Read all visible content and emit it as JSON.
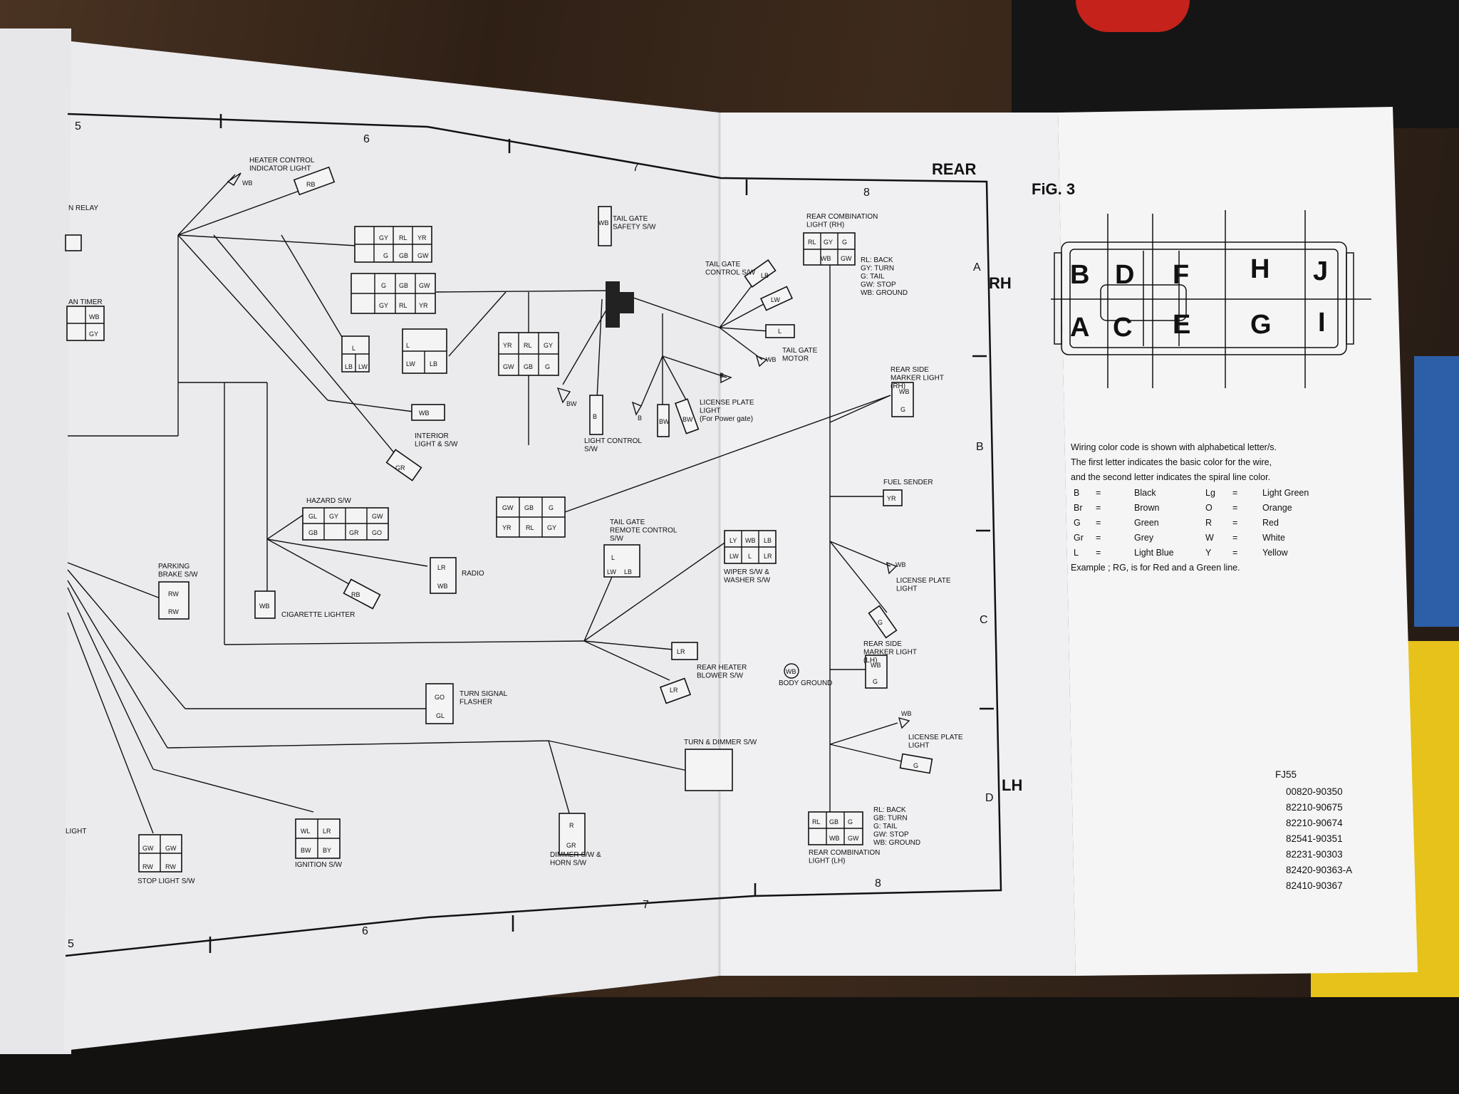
{
  "page": {
    "title": "REAR",
    "figure": "FiG. 3",
    "side_rh": "RH",
    "side_lh": "LH"
  },
  "grid": {
    "top_numbers": [
      "5",
      "6",
      "7",
      "8"
    ],
    "bottom_numbers": [
      "5",
      "6",
      "7",
      "8"
    ],
    "side_letters": [
      "A",
      "B",
      "C",
      "D"
    ]
  },
  "components": {
    "heater_control": "HEATER CONTROL\nINDICATOR LIGHT",
    "relay": "N RELAY",
    "timer": "AN TIMER",
    "interior_light": "INTERIOR\nLIGHT & S/W",
    "hazard": "HAZARD S/W",
    "parking_brake": "PARKING\nBRAKE S/W",
    "cigarette_lighter": "CIGARETTE LIGHTER",
    "radio": "RADIO",
    "turn_signal_flasher": "TURN SIGNAL\nFLASHER",
    "stop_light": "STOP LIGHT S/W",
    "ignition": "IGNITION S/W",
    "dimmer": "DIMMER S/W &\nHORN S/W",
    "tail_gate_safety": "TAIL GATE\nSAFETY S/W",
    "tail_gate_control": "TAIL GATE\nCONTROL S/W",
    "tail_gate_motor": "TAIL GATE\nMOTOR",
    "license_plate_light_upper": "LICENSE PLATE\nLIGHT\n(For Power gate)",
    "light_control": "LIGHT CONTROL\nS/W",
    "tail_gate_remote": "TAIL GATE\nREMOTE CONTROL\nS/W",
    "wiper": "WIPER S/W &\nWASHER S/W",
    "rear_heater": "REAR HEATER\nBLOWER S/W",
    "turn_dimmer": "TURN & DIMMER S/W",
    "rear_combo_rh": "REAR COMBINATION\nLIGHT (RH)",
    "rear_combo_lh": "REAR COMBINATION\nLIGHT (LH)",
    "rear_side_marker_rh": "REAR SIDE\nMARKER LIGHT\n(RH)",
    "rear_side_marker_lh": "REAR SIDE\nMARKER LIGHT\n(LH)",
    "fuel_sender": "FUEL SENDER",
    "license_plate_rh": "LICENSE PLATE\nLIGHT",
    "license_plate_lh": "LICENSE PLATE\nLIGHT",
    "body_ground": "BODY GROUND",
    "light_short": "LIGHT",
    "legend_rh": "RL: BACK\nGY: TURN\nG: TAIL\nGW: STOP\nWB: GROUND",
    "legend_lh": "RL: BACK\nGB: TURN\nG: TAIL\nGW: STOP\nWB: GROUND"
  },
  "car_zones": {
    "top_row": [
      "B",
      "D",
      "F",
      "H",
      "J"
    ],
    "bottom_row": [
      "A",
      "C",
      "E",
      "G",
      "I"
    ]
  },
  "color_code": {
    "intro": [
      "Wiring color code is shown with alphabetical letter/s.",
      "The first letter indicates the basic color for the wire,",
      "and the second letter indicates the spiral line color."
    ],
    "entries": [
      {
        "code": "B",
        "name": "Black",
        "code2": "Lg",
        "name2": "Light Green"
      },
      {
        "code": "Br",
        "name": "Brown",
        "code2": "O",
        "name2": "Orange"
      },
      {
        "code": "G",
        "name": "Green",
        "code2": "R",
        "name2": "Red"
      },
      {
        "code": "Gr",
        "name": "Grey",
        "code2": "W",
        "name2": "White"
      },
      {
        "code": "L",
        "name": "Light Blue",
        "code2": "Y",
        "name2": "Yellow"
      }
    ],
    "example": "Example ; RG, is for Red and a Green line."
  },
  "part_numbers": {
    "model": "FJ55",
    "numbers": [
      "00820-90350",
      "82210-90675",
      "82210-90674",
      "82541-90351",
      "82231-90303",
      "82420-90363-A",
      "82410-90367"
    ]
  },
  "colors": {
    "paper": "#f2f2f4",
    "ink": "#111111"
  }
}
